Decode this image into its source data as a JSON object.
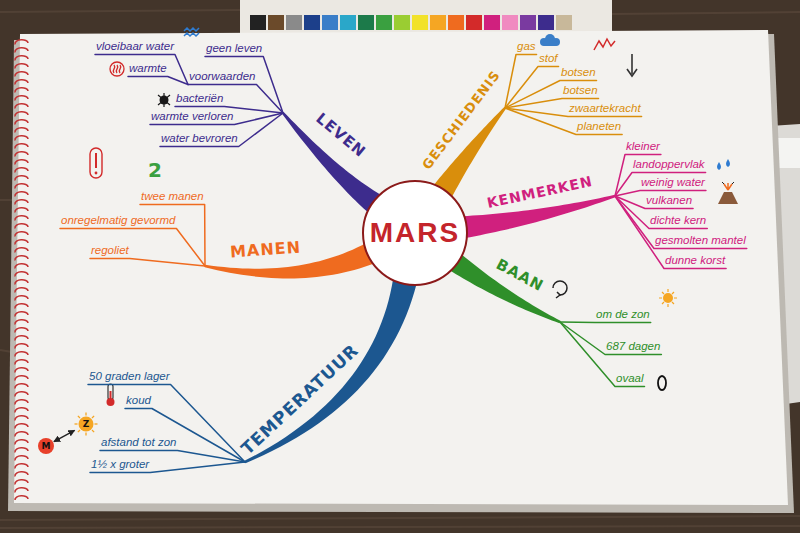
{
  "diagram": {
    "nodes": [
      {
        "text": [
          "MARS"
        ]
      },
      {
        "text": [
          "LEVEN"
        ]
      },
      {
        "text": [
          "geen leven"
        ]
      },
      {
        "text": [
          "voorwaarden"
        ]
      },
      {
        "text": [
          "vloeibaar water"
        ]
      },
      {
        "text": [
          "warmte"
        ]
      },
      {
        "text": [
          "bacteriën"
        ]
      },
      {
        "text": [
          "warmte verloren"
        ]
      },
      {
        "text": [
          "water bevroren"
        ]
      },
      {
        "text": [
          "GESCHIEDENIS"
        ]
      },
      {
        "text": [
          "gas"
        ]
      },
      {
        "text": [
          "stof"
        ]
      },
      {
        "text": [
          "botsen"
        ]
      },
      {
        "text": [
          "botsen"
        ]
      },
      {
        "text": [
          "zwaartekracht"
        ]
      },
      {
        "text": [
          "planeten"
        ]
      },
      {
        "text": [
          "KENMERKEN"
        ]
      },
      {
        "text": [
          "kleiner"
        ]
      },
      {
        "text": [
          "landoppervlak"
        ]
      },
      {
        "text": [
          "weinig water"
        ]
      },
      {
        "text": [
          "vulkanen"
        ]
      },
      {
        "text": [
          "dichte kern"
        ]
      },
      {
        "text": [
          "gesmolten mantel"
        ]
      },
      {
        "text": [
          "dunne korst"
        ]
      },
      {
        "text": [
          "BAAN"
        ]
      },
      {
        "text": [
          "om de zon"
        ]
      },
      {
        "text": [
          "687 dagen"
        ]
      },
      {
        "text": [
          "ovaal"
        ]
      },
      {
        "text": [
          "TEMPERATUUR"
        ]
      },
      {
        "text": [
          "50 graden lager"
        ]
      },
      {
        "text": [
          "koud"
        ]
      },
      {
        "text": [
          "afstand tot zon"
        ]
      },
      {
        "text": [
          "1½ x groter"
        ]
      },
      {
        "text": [
          "MANEN"
        ]
      },
      {
        "text": [
          "twee manen"
        ]
      },
      {
        "text": [
          "onregelmatig gevormd"
        ]
      },
      {
        "text": [
          "regoliet"
        ]
      },
      {
        "text": [
          "M"
        ]
      },
      {
        "text": [
          "Z"
        ]
      }
    ],
    "edges": [
      {
        "from": 0,
        "to": 1,
        "arrow": "none"
      },
      {
        "from": 1,
        "to": 2,
        "arrow": "none"
      },
      {
        "from": 1,
        "to": 3,
        "arrow": "none"
      },
      {
        "from": 3,
        "to": 4,
        "arrow": "none"
      },
      {
        "from": 3,
        "to": 5,
        "arrow": "none"
      },
      {
        "from": 1,
        "to": 6,
        "arrow": "none"
      },
      {
        "from": 1,
        "to": 7,
        "arrow": "none"
      },
      {
        "from": 1,
        "to": 8,
        "arrow": "none"
      },
      {
        "from": 0,
        "to": 9,
        "arrow": "none"
      },
      {
        "from": 9,
        "to": 10,
        "arrow": "none"
      },
      {
        "from": 9,
        "to": 11,
        "arrow": "none"
      },
      {
        "from": 9,
        "to": 12,
        "arrow": "none"
      },
      {
        "from": 9,
        "to": 13,
        "arrow": "none"
      },
      {
        "from": 9,
        "to": 14,
        "arrow": "none"
      },
      {
        "from": 9,
        "to": 15,
        "arrow": "none"
      },
      {
        "from": 0,
        "to": 16,
        "arrow": "none"
      },
      {
        "from": 16,
        "to": 17,
        "arrow": "none"
      },
      {
        "from": 16,
        "to": 18,
        "arrow": "none"
      },
      {
        "from": 16,
        "to": 19,
        "arrow": "none"
      },
      {
        "from": 16,
        "to": 20,
        "arrow": "none"
      },
      {
        "from": 16,
        "to": 21,
        "arrow": "none"
      },
      {
        "from": 16,
        "to": 22,
        "arrow": "none"
      },
      {
        "from": 16,
        "to": 23,
        "arrow": "none"
      },
      {
        "from": 0,
        "to": 24,
        "arrow": "none"
      },
      {
        "from": 24,
        "to": 25,
        "arrow": "none"
      },
      {
        "from": 24,
        "to": 26,
        "arrow": "none"
      },
      {
        "from": 24,
        "to": 27,
        "arrow": "none"
      },
      {
        "from": 0,
        "to": 28,
        "arrow": "none"
      },
      {
        "from": 28,
        "to": 29,
        "arrow": "none"
      },
      {
        "from": 28,
        "to": 30,
        "arrow": "none"
      },
      {
        "from": 28,
        "to": 31,
        "arrow": "none"
      },
      {
        "from": 28,
        "to": 32,
        "arrow": "none"
      },
      {
        "from": 0,
        "to": 33,
        "arrow": "none"
      },
      {
        "from": 33,
        "to": 34,
        "arrow": "none"
      },
      {
        "from": 33,
        "to": 35,
        "arrow": "none"
      },
      {
        "from": 33,
        "to": 36,
        "arrow": "none"
      },
      {
        "from": 37,
        "to": 38,
        "arrow": "both"
      }
    ],
    "labels": [
      "2"
    ]
  }
}
